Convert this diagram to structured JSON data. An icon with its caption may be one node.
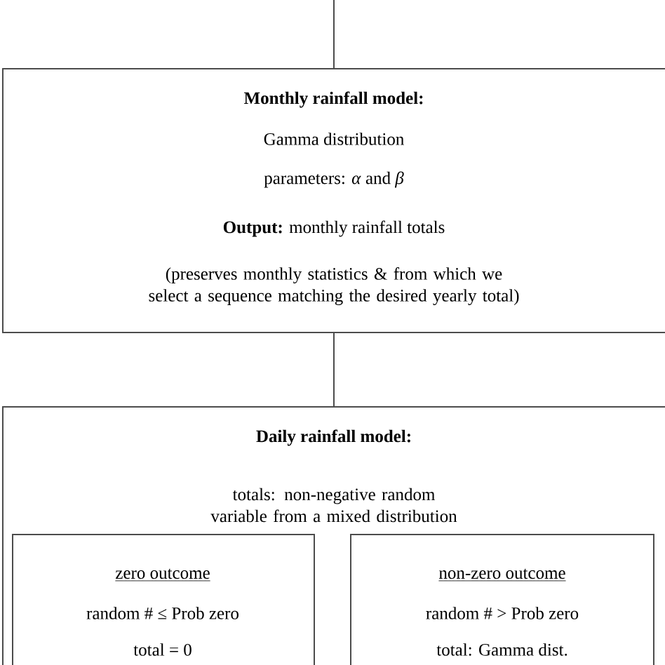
{
  "diagram": {
    "nodes": [
      {
        "text": [
          "Monthly rainfall model:",
          "Gamma distribution",
          "parameters: *α* and *β*",
          "**Output:** monthly rainfall totals",
          "(preserves monthly statistics & from which we select a sequence matching the desired yearly total)"
        ]
      },
      {
        "text": [
          "Daily rainfall model:",
          "totals: non-negative random variable from a mixed distribution"
        ]
      },
      {
        "text": [
          "zero outcome",
          "random # ≤ Prob zero",
          "total = 0"
        ],
        "in": 1
      },
      {
        "text": [
          "non-zero outcome",
          "random # > Prob zero",
          "total: Gamma dist."
        ],
        "in": 1
      }
    ],
    "edges": [
      {
        "from": null,
        "to": 0,
        "arrow": "none"
      },
      {
        "from": 0,
        "to": 1,
        "arrow": "none"
      }
    ]
  }
}
